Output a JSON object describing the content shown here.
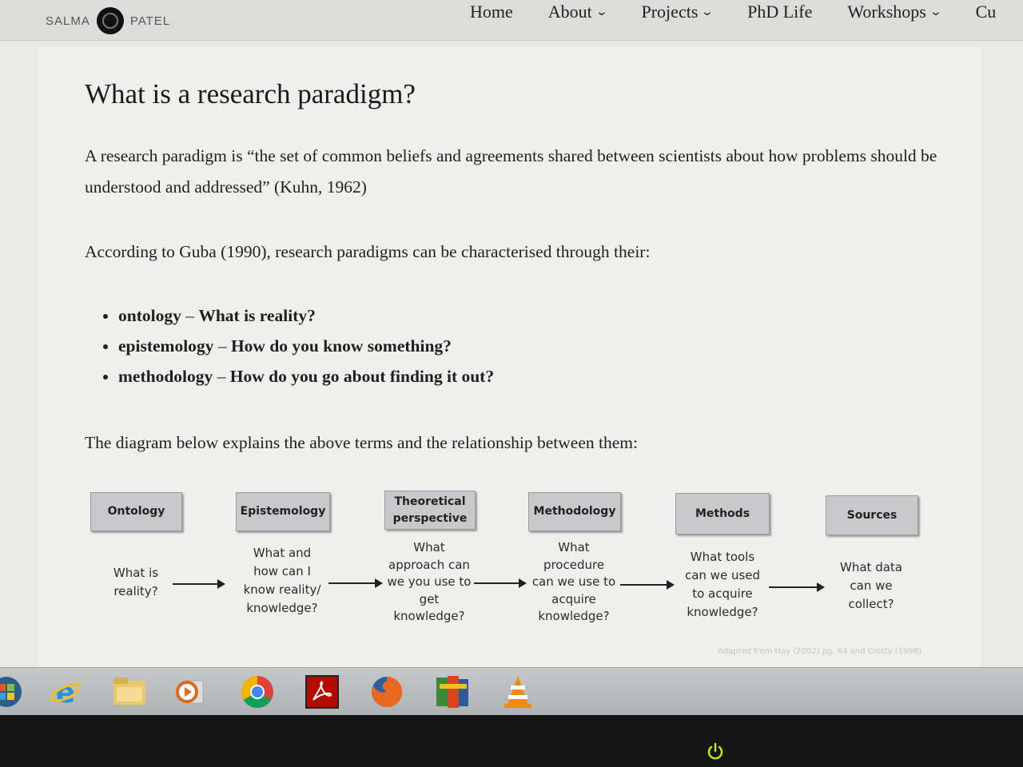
{
  "brand": {
    "first": "SALMA",
    "last": "PATEL"
  },
  "nav": [
    {
      "label": "Home",
      "dropdown": false
    },
    {
      "label": "About",
      "dropdown": true
    },
    {
      "label": "Projects",
      "dropdown": true
    },
    {
      "label": "PhD Life",
      "dropdown": false
    },
    {
      "label": "Workshops",
      "dropdown": true
    },
    {
      "label": "Cu",
      "dropdown": false
    }
  ],
  "article": {
    "title": "What is a research paradigm?",
    "para1": "A research paradigm is “the set of common beliefs and agreements shared between scientists about how problems should be understood and addressed” (Kuhn, 1962)",
    "para2": "According to Guba (1990), research paradigms can be characterised through their:",
    "bullets": [
      {
        "term": "ontology",
        "sep": " – ",
        "question": "What is reality?"
      },
      {
        "term": "epistemology",
        "sep": " – ",
        "question": "How do you know something?"
      },
      {
        "term": "methodology",
        "sep": " – ",
        "question": "How do you go about finding it out?"
      }
    ],
    "para3": "The diagram below explains the above terms and the relationship between them:"
  },
  "diagram": {
    "steps": [
      {
        "title": "Ontology",
        "question": "What is reality?"
      },
      {
        "title": "Epistemology",
        "question": "What and how can I know reality/ knowledge?"
      },
      {
        "title": "Theoretical perspective",
        "question": "What approach can we you use to get knowledge?"
      },
      {
        "title": "Methodology",
        "question": "What procedure can we use to acquire knowledge?"
      },
      {
        "title": "Methods",
        "question": "What tools can we used to acquire knowledge?"
      },
      {
        "title": "Sources",
        "question": "What data can we collect?"
      }
    ],
    "caption": "Adapted from Hay (2002) pg. 64 and Crotty (1998)"
  },
  "taskbar": {
    "icons": [
      "windows-start-icon",
      "internet-explorer-icon",
      "file-explorer-icon",
      "media-player-icon",
      "chrome-icon",
      "acrobat-reader-icon",
      "firefox-icon",
      "winamp-icon",
      "vlc-icon"
    ]
  },
  "colors": {
    "page_bg": "#efefed",
    "box_fill": "#c9c9cb",
    "power_led": "#b8f000"
  }
}
